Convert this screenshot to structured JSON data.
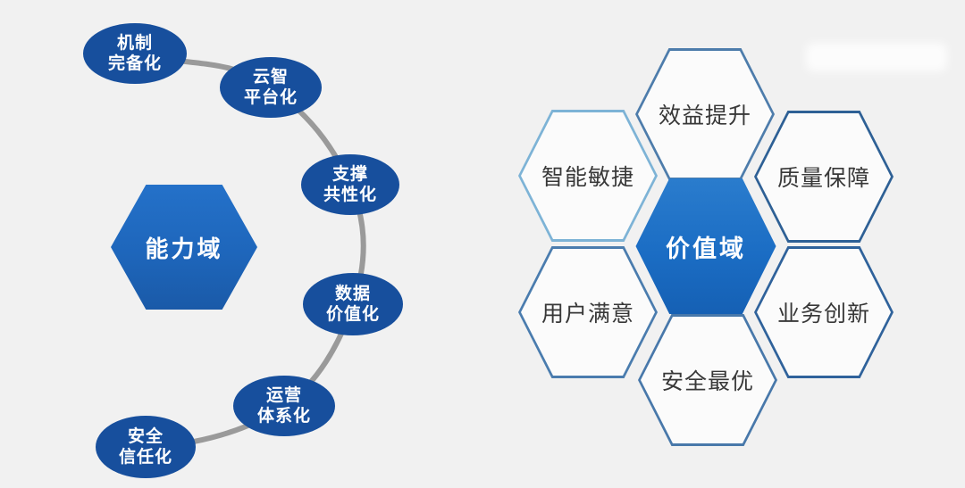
{
  "colors": {
    "background": "#f1f1f1",
    "ellipse_fill": "#174f9d",
    "capability_hex_fill": "#1e66bb",
    "value_hex_fill": "#1b6dc4",
    "arc": "#9a9a9a",
    "hex_face": "#fbfbfb",
    "hex_label_text": "#383838",
    "node_text": "#ffffff"
  },
  "capability": {
    "center_label": "能力域",
    "items": [
      {
        "line1": "机制",
        "line2": "完备化"
      },
      {
        "line1": "云智",
        "line2": "平台化"
      },
      {
        "line1": "支撑",
        "line2": "共性化"
      },
      {
        "line1": "数据",
        "line2": "价值化"
      },
      {
        "line1": "运营",
        "line2": "体系化"
      },
      {
        "line1": "安全",
        "line2": "信任化"
      }
    ]
  },
  "value": {
    "center_label": "价值域",
    "items": [
      {
        "label": "效益提升",
        "border": "#4d7cab"
      },
      {
        "label": "质量保障",
        "border": "#2e6095"
      },
      {
        "label": "业务创新",
        "border": "#2f629b"
      },
      {
        "label": "安全最优",
        "border": "#4878aa"
      },
      {
        "label": "用户满意",
        "border": "#4a7cae"
      },
      {
        "label": "智能敏捷",
        "border": "#7db3d6"
      }
    ]
  }
}
